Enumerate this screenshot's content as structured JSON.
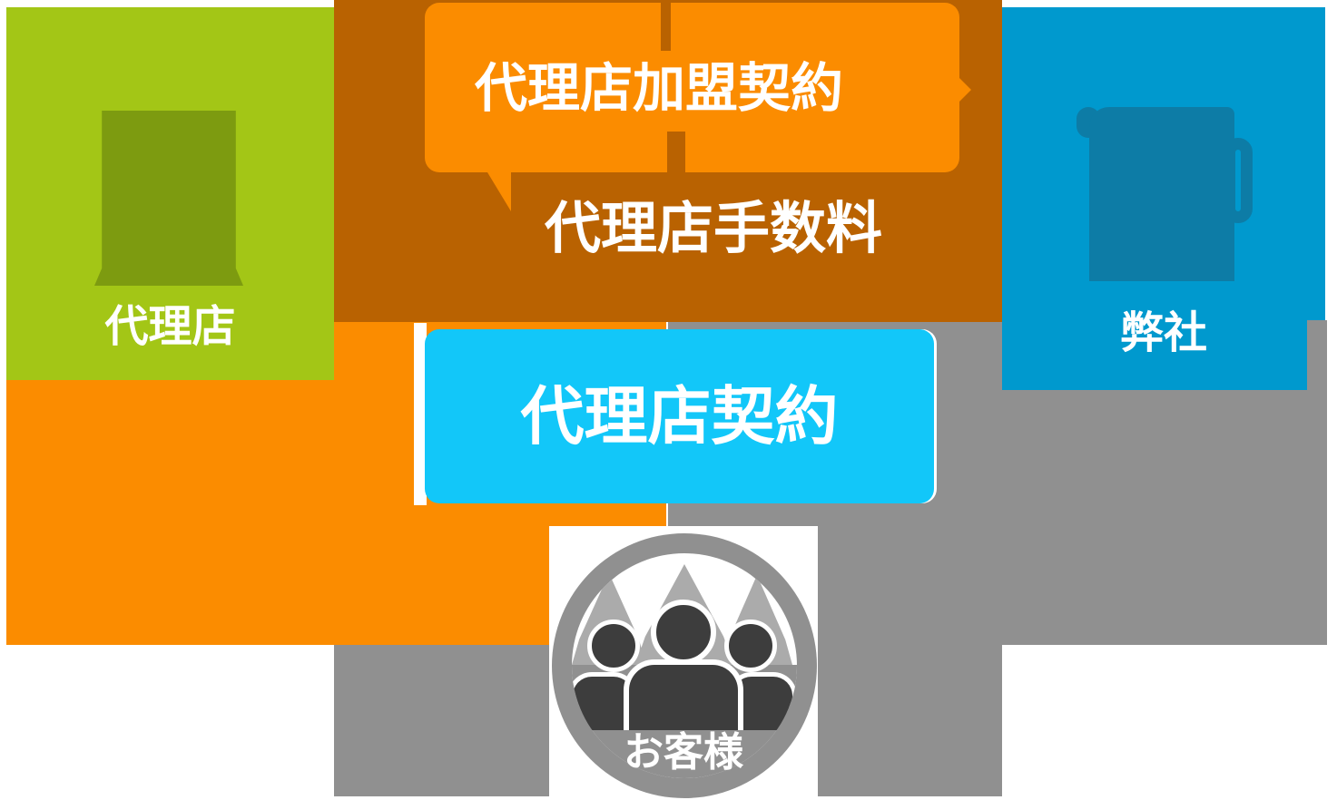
{
  "diagram": {
    "agency": {
      "label": "代理店"
    },
    "company": {
      "label": "弊社"
    },
    "customer": {
      "label": "お客様"
    },
    "labels": {
      "franchise_contract": "代理店加盟契約",
      "commission": "代理店手数料",
      "agency_contract": "代理店契約"
    }
  },
  "colors": {
    "orange": "#fb8c00",
    "brown": "#b96201",
    "green": "#a3c616",
    "green-dark": "#7d9b10",
    "cyan": "#12c7f9",
    "blue": "#0099ce",
    "blue-dark": "#0d7ca6",
    "gray": "#909090",
    "gray-dark": "#3d3d3d",
    "gray-light": "#ababab",
    "text": "#ffffff"
  }
}
